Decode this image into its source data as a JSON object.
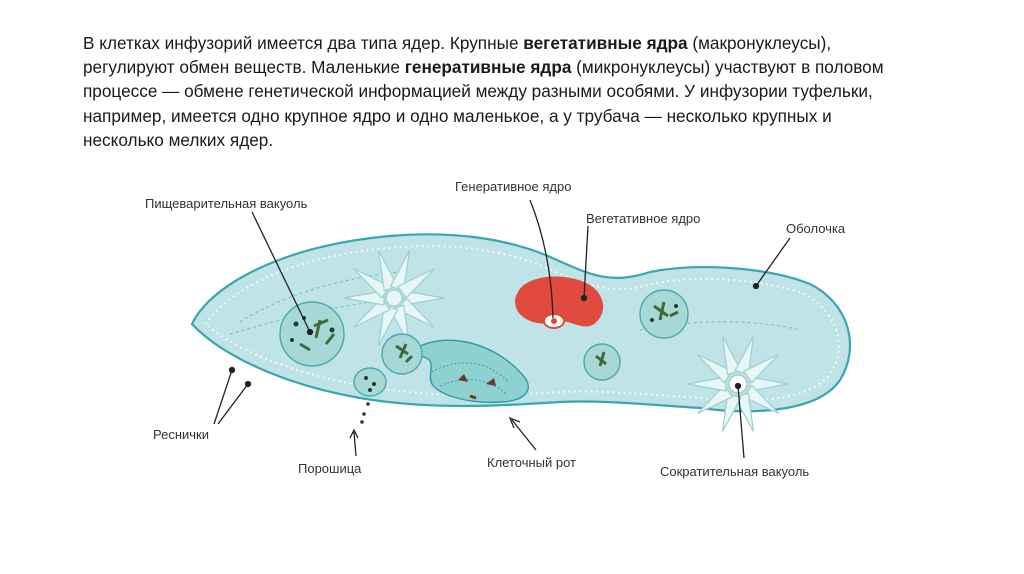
{
  "intro": {
    "s1": "В клетках инфузорий имеется два типа ядер. Крупные ",
    "b1": "вегетативные ядра",
    "s2": " (макронуклеусы), регулируют обмен веществ. Маленькие ",
    "b2": "генеративные ядра",
    "s3": " (микронуклеусы) участвуют в половом процессе — обмене генетической информацией между разными особями.  У инфузории туфельки, например, имеется одно крупное ядро и одно маленькое, а у трубача — несколько крупных и несколько мелких ядер."
  },
  "labels": {
    "digestive_vacuole": "Пищеварительная вакуоль",
    "generative_nucleus": "Генеративное ядро",
    "vegetative_nucleus": "Вегетативное ядро",
    "membrane": "Оболочка",
    "cilia": "Реснички",
    "anal_pore": "Порошица",
    "cell_mouth": "Клеточный рот",
    "contractile_vacuole": "Сократительная вакуоль"
  },
  "colors": {
    "body_fill": "#bfe3e6",
    "body_stroke": "#3aa6b0",
    "cilia": "#3aa6b0",
    "nucleus": "#e04a3c",
    "vacuole_fill": "#a8d8d6",
    "food_particles": "#3f6b3a",
    "leader_line": "#222222"
  }
}
